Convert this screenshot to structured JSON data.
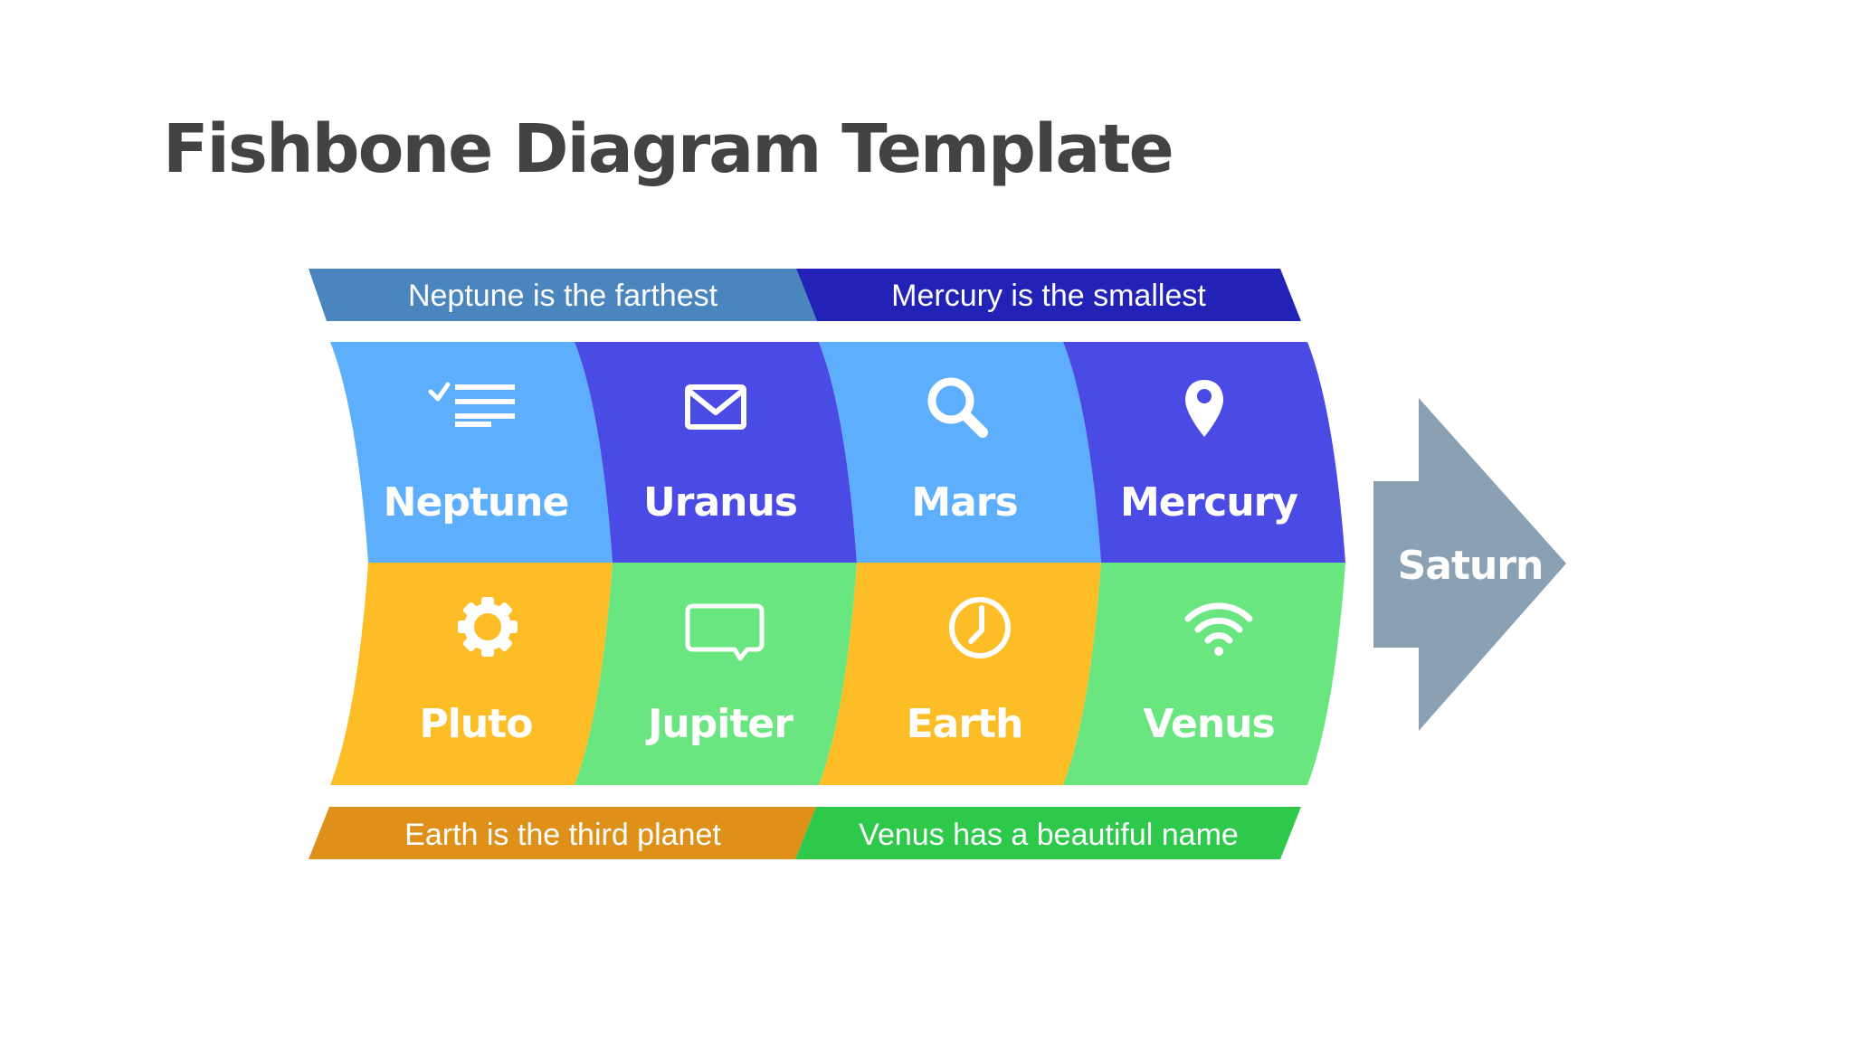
{
  "title": "Fishbone Diagram Template",
  "head": {
    "label": "Saturn",
    "color": "#8aa0b3"
  },
  "bands": {
    "top_left": {
      "text": "Neptune is the farthest",
      "color": "#4a86bd"
    },
    "top_right": {
      "text": "Mercury is the smallest",
      "color": "#2322b6"
    },
    "bottom_left": {
      "text": "Earth is the third planet",
      "color": "#df9019"
    },
    "bottom_right": {
      "text": "Venus has a beautiful name",
      "color": "#2ec94b"
    }
  },
  "cells": [
    {
      "label": "Neptune",
      "icon": "checklist-icon",
      "color": "#5daefc"
    },
    {
      "label": "Uranus",
      "icon": "envelope-icon",
      "color": "#4a4ae4"
    },
    {
      "label": "Mars",
      "icon": "search-icon",
      "color": "#5daefc"
    },
    {
      "label": "Mercury",
      "icon": "map-pin-icon",
      "color": "#4a4ae4"
    },
    {
      "label": "Pluto",
      "icon": "gear-icon",
      "color": "#fcbd27"
    },
    {
      "label": "Jupiter",
      "icon": "chat-bubble-icon",
      "color": "#69e67f"
    },
    {
      "label": "Earth",
      "icon": "clock-icon",
      "color": "#fcbd27"
    },
    {
      "label": "Venus",
      "icon": "wifi-icon",
      "color": "#69e67f"
    }
  ]
}
